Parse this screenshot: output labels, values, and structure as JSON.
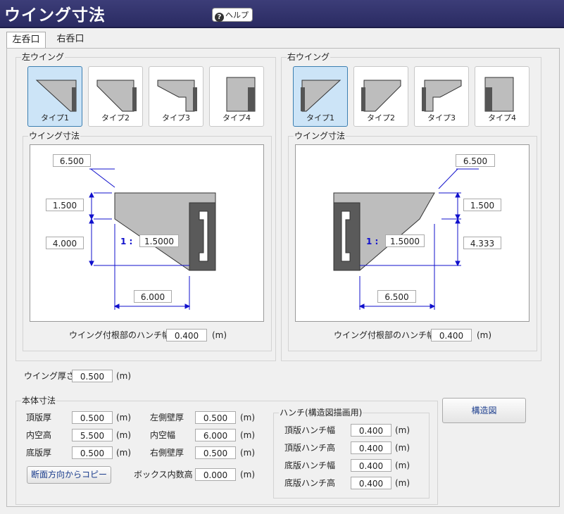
{
  "app": {
    "title": "ウイング寸法",
    "help_label": "ヘルプ"
  },
  "tabs": [
    {
      "label": "左呑口"
    },
    {
      "label": "右呑口"
    }
  ],
  "left_wing": {
    "group_label": "左ウイング",
    "types": [
      {
        "label": "タイプ1"
      },
      {
        "label": "タイプ2"
      },
      {
        "label": "タイプ3"
      },
      {
        "label": "タイプ4"
      }
    ],
    "selected_type": "タイプ1",
    "dims_label": "ウイング寸法",
    "top_width": "6.500",
    "upper_height": "1.500",
    "lower_height": "4.000",
    "slope_prefix": "1 :",
    "slope": "1.5000",
    "bottom_width": "6.000",
    "haunch_label": "ウイング付根部のハンチ幅",
    "haunch_value": "0.400",
    "haunch_unit": "(m)"
  },
  "right_wing": {
    "group_label": "右ウイング",
    "types": [
      {
        "label": "タイプ1"
      },
      {
        "label": "タイプ2"
      },
      {
        "label": "タイプ3"
      },
      {
        "label": "タイプ4"
      }
    ],
    "selected_type": "タイプ1",
    "dims_label": "ウイング寸法",
    "top_width": "6.500",
    "upper_height": "1.500",
    "lower_height": "4.333",
    "slope_prefix": "1 :",
    "slope": "1.5000",
    "bottom_width": "6.500",
    "haunch_label": "ウイング付根部のハンチ幅",
    "haunch_value": "0.400",
    "haunch_unit": "(m)"
  },
  "wing_thickness": {
    "label": "ウイング厚さ",
    "value": "0.500",
    "unit": "(m)"
  },
  "body": {
    "group_label": "本体寸法",
    "fields": [
      {
        "label": "頂版厚",
        "value": "0.500",
        "unit": "(m)"
      },
      {
        "label": "内空高",
        "value": "5.500",
        "unit": "(m)"
      },
      {
        "label": "底版厚",
        "value": "0.500",
        "unit": "(m)"
      },
      {
        "label": "左側壁厚",
        "value": "0.500",
        "unit": "(m)"
      },
      {
        "label": "内空幅",
        "value": "6.000",
        "unit": "(m)"
      },
      {
        "label": "右側壁厚",
        "value": "0.500",
        "unit": "(m)"
      },
      {
        "label": "ボックス内数高",
        "value": "0.000",
        "unit": "(m)"
      }
    ],
    "copy_button": "断面方向からコピー"
  },
  "haunch": {
    "group_label": "ハンチ(構造図描画用)",
    "fields": [
      {
        "label": "頂版ハンチ幅",
        "value": "0.400",
        "unit": "(m)"
      },
      {
        "label": "頂版ハンチ高",
        "value": "0.400",
        "unit": "(m)"
      },
      {
        "label": "底版ハンチ幅",
        "value": "0.400",
        "unit": "(m)"
      },
      {
        "label": "底版ハンチ高",
        "value": "0.400",
        "unit": "(m)"
      }
    ]
  },
  "structure_button": "構造図",
  "colors": {
    "titlebar": "#2f3070",
    "selected_type": "#cce4f7",
    "dimension_line": "#1010cc",
    "wing_fill": "#bdbdbd",
    "wall_fill": "#5a5a5a"
  }
}
